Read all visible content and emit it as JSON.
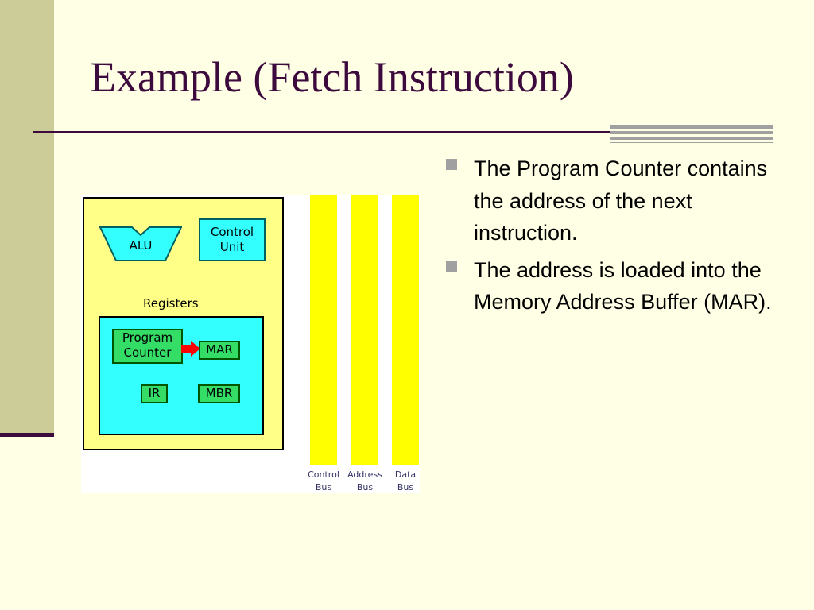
{
  "slide": {
    "title": "Example (Fetch Instruction)",
    "bullets": [
      "The Program Counter contains the address of the next instruction.",
      "The address is loaded into the Memory Address Buffer (MAR)."
    ]
  },
  "diagram": {
    "alu": "ALU",
    "control_unit": "Control\nUnit",
    "registers_title": "Registers",
    "program_counter": "Program\nCounter",
    "mar": "MAR",
    "ir": "IR",
    "mbr": "MBR",
    "buses": [
      "Control\nBus",
      "Address\nBus",
      "Data\nBus"
    ]
  },
  "colors": {
    "title": "#3d0a3d",
    "sidebar": "#cccc99",
    "background": "#ffffe5",
    "cpu_fill": "#ffff88",
    "register_area": "#33ffff",
    "register_fill": "#33dd66",
    "bus_fill": "#ffff00",
    "arrow": "#ff0000"
  }
}
